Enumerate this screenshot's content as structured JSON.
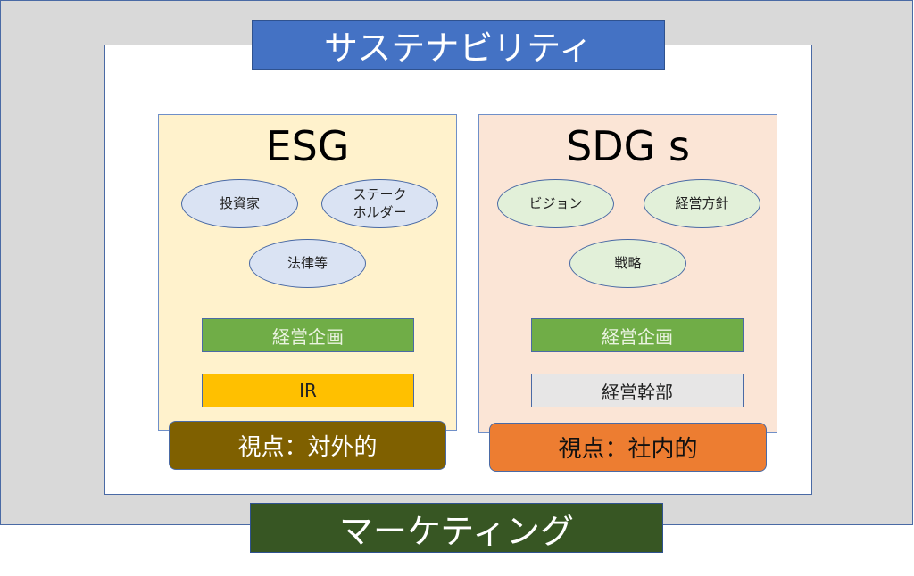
{
  "title": "サステナビリティ",
  "bottom": "マーケティング",
  "esg": {
    "title": "ESG",
    "ovals": [
      "投資家",
      "ステーク\nホルダー",
      "法律等"
    ],
    "bars": [
      "経営企画",
      "IR"
    ],
    "view": "視点：対外的"
  },
  "sdgs": {
    "title": "SDG s",
    "ovals": [
      "ビジョン",
      "経営方針",
      "戦略"
    ],
    "bars": [
      "経営企画",
      "経営幹部"
    ],
    "view": "視点：社内的"
  },
  "colors": {
    "title": "#4472c4",
    "bottom": "#375623",
    "esg_bg": "#fff2cc",
    "sdgs_bg": "#fbe5d6",
    "esg_view": "#7f6000",
    "sdgs_view": "#ed7d31"
  }
}
